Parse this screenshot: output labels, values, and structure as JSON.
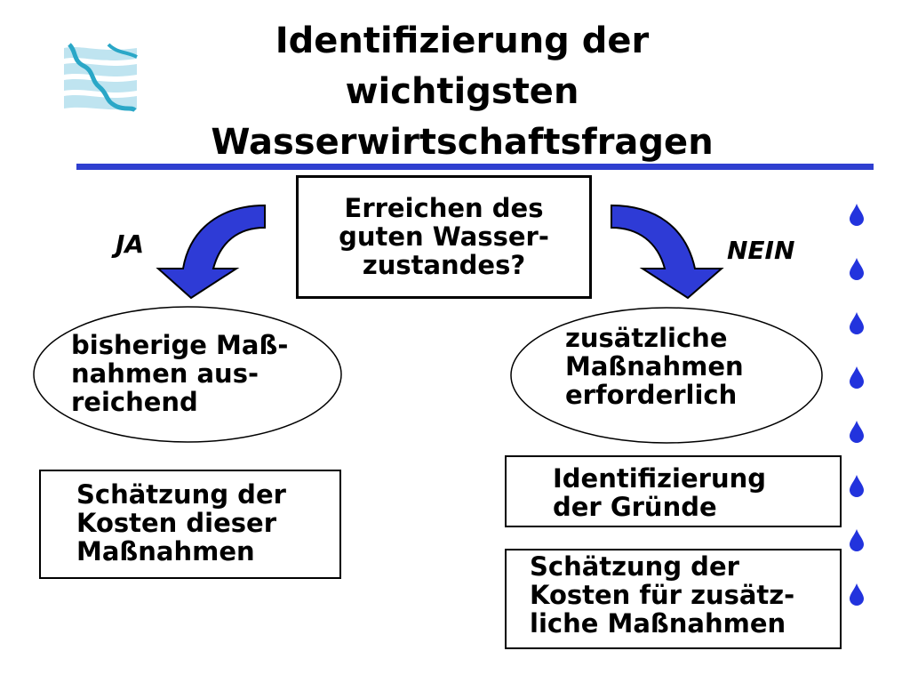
{
  "title": "Identifizierung der\nwichtigsten\nWasserwirtschaftsfragen",
  "colors": {
    "accent": "#2f3fd0",
    "arrow": "#2e3bd6",
    "drop": "#2233dd"
  },
  "logo": {
    "icon": "river-logo-icon"
  },
  "question": "Erreichen des\nguten Wasser-\nzustandes?",
  "labels": {
    "yes": "JA",
    "no": "NEIN"
  },
  "left": {
    "ellipse_text": "bisherige Maß-\nnahmen aus-\nreichend",
    "box_text": "Schätzung der\nKosten dieser\nMaßnahmen"
  },
  "right": {
    "ellipse_text": "zusätzliche\nMaßnahmen\nerforderlich",
    "box1_text": "Identifizierung\nder Gründe",
    "box2_text": "Schätzung der\nKosten für zusätz-\nliche Maßnahmen"
  },
  "bullets": {
    "icon": "water-drop-icon",
    "count": 8
  }
}
